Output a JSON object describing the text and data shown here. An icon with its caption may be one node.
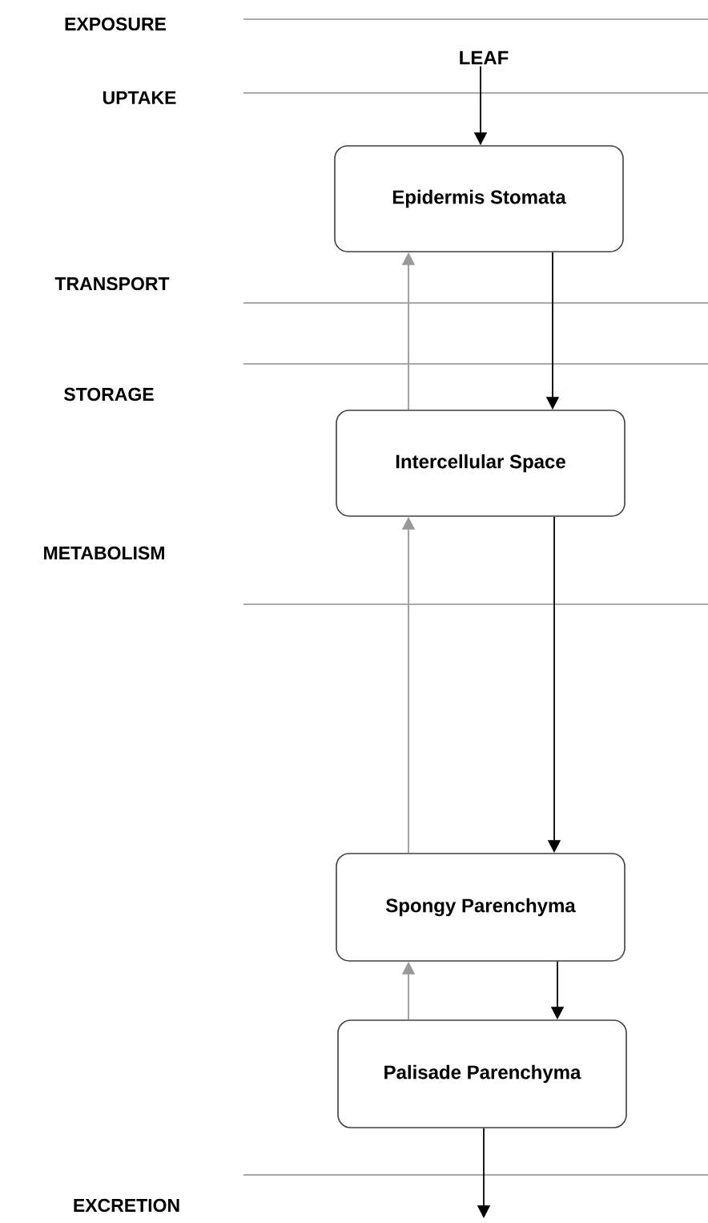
{
  "diagram": {
    "nodes": [
      {
        "text": [
          "LEAF"
        ]
      },
      {
        "text": [
          "Epidermis Stomata"
        ]
      },
      {
        "text": [
          "Intercellular Space"
        ]
      },
      {
        "text": [
          "Spongy Parenchyma"
        ]
      },
      {
        "text": [
          "Palisade Parenchyma"
        ]
      }
    ],
    "edges": [
      {
        "from": 0,
        "to": 1,
        "arrow": "to"
      },
      {
        "from": 1,
        "to": 2,
        "arrow": "to"
      },
      {
        "from": 2,
        "to": 1,
        "arrow": "to",
        "color": "#999999"
      },
      {
        "from": 2,
        "to": 3,
        "arrow": "to"
      },
      {
        "from": 3,
        "to": 2,
        "arrow": "to",
        "color": "#999999"
      },
      {
        "from": 3,
        "to": 4,
        "arrow": "to"
      },
      {
        "from": 4,
        "to": 3,
        "arrow": "to",
        "color": "#999999"
      },
      {
        "from": 4,
        "to": null,
        "arrow": "to"
      }
    ],
    "labels": [
      "EXPOSURE",
      "UPTAKE",
      "TRANSPORT",
      "STORAGE",
      "METABOLISM",
      "EXCRETION"
    ]
  }
}
